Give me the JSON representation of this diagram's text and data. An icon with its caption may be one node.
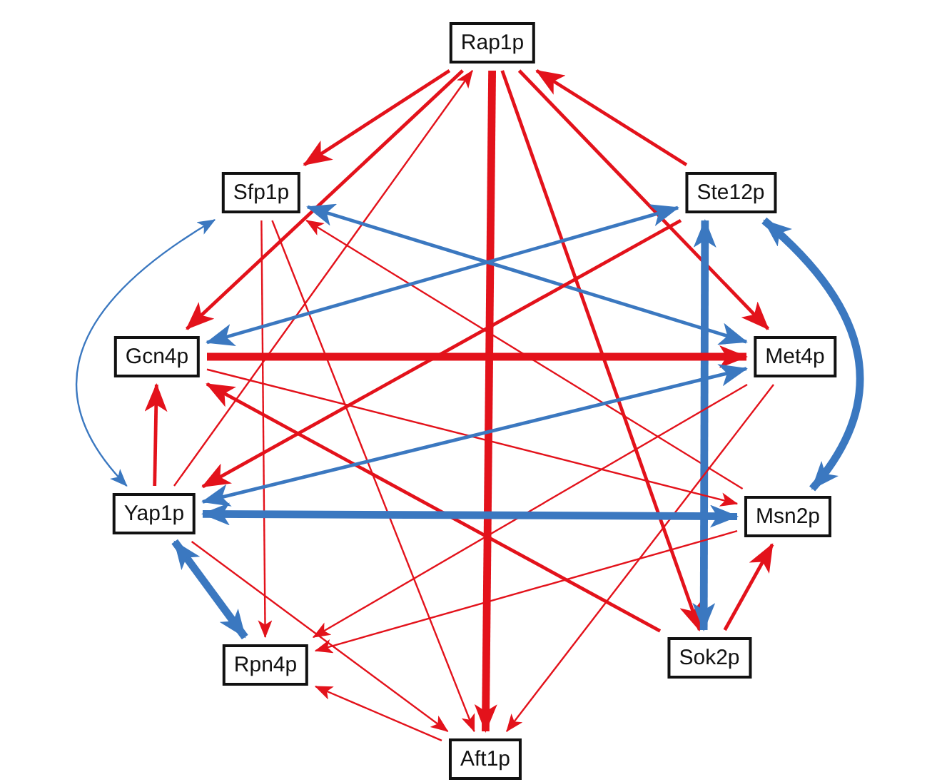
{
  "diagram": {
    "nodes": [
      {
        "text": [
          "Rap1p"
        ]
      },
      {
        "text": [
          "Sfp1p"
        ]
      },
      {
        "text": [
          "Ste12p"
        ]
      },
      {
        "text": [
          "Gcn4p"
        ]
      },
      {
        "text": [
          "Met4p"
        ]
      },
      {
        "text": [
          "Yap1p"
        ]
      },
      {
        "text": [
          "Msn2p"
        ]
      },
      {
        "text": [
          "Rpn4p"
        ]
      },
      {
        "text": [
          "Sok2p"
        ]
      },
      {
        "text": [
          "Aft1p"
        ]
      }
    ],
    "edges": [
      {
        "from": 0,
        "to": 1,
        "arrow": "to"
      },
      {
        "from": 0,
        "to": 3,
        "arrow": "to"
      },
      {
        "from": 5,
        "to": 0,
        "arrow": "to"
      },
      {
        "from": 0,
        "to": 9,
        "arrow": "to",
        "style": "thick"
      },
      {
        "from": 0,
        "to": 4,
        "arrow": "to"
      },
      {
        "from": 0,
        "to": 8,
        "arrow": "to"
      },
      {
        "from": 2,
        "to": 0,
        "arrow": "to"
      },
      {
        "from": 1,
        "to": 5,
        "arrow": "both",
        "color": "#3b78c0"
      },
      {
        "from": 4,
        "to": 1,
        "arrow": "both",
        "color": "#3b78c0"
      },
      {
        "from": 1,
        "to": 7,
        "arrow": "to"
      },
      {
        "from": 6,
        "to": 1,
        "arrow": "to"
      },
      {
        "from": 1,
        "to": 9,
        "arrow": "to"
      },
      {
        "from": 3,
        "to": 2,
        "arrow": "both",
        "color": "#3b78c0"
      },
      {
        "from": 2,
        "to": 5,
        "arrow": "to"
      },
      {
        "from": 2,
        "to": 8,
        "arrow": "both",
        "style": "thick",
        "color": "#3b78c0"
      },
      {
        "from": 2,
        "to": 6,
        "arrow": "both",
        "style": "thick",
        "color": "#3b78c0"
      },
      {
        "from": 3,
        "to": 4,
        "arrow": "to",
        "style": "thick"
      },
      {
        "from": 3,
        "to": 6,
        "arrow": "to"
      },
      {
        "from": 5,
        "to": 3,
        "arrow": "to"
      },
      {
        "from": 8,
        "to": 3,
        "arrow": "to"
      },
      {
        "from": 5,
        "to": 4,
        "arrow": "both",
        "color": "#3b78c0"
      },
      {
        "from": 4,
        "to": 7,
        "arrow": "to"
      },
      {
        "from": 4,
        "to": 9,
        "arrow": "to"
      },
      {
        "from": 5,
        "to": 6,
        "arrow": "both",
        "style": "thick",
        "color": "#3b78c0"
      },
      {
        "from": 5,
        "to": 7,
        "arrow": "both",
        "style": "thick",
        "color": "#3b78c0"
      },
      {
        "from": 5,
        "to": 9,
        "arrow": "to"
      },
      {
        "from": 6,
        "to": 7,
        "arrow": "to"
      },
      {
        "from": 8,
        "to": 6,
        "arrow": "to"
      },
      {
        "from": 9,
        "to": 7,
        "arrow": "to"
      }
    ]
  }
}
